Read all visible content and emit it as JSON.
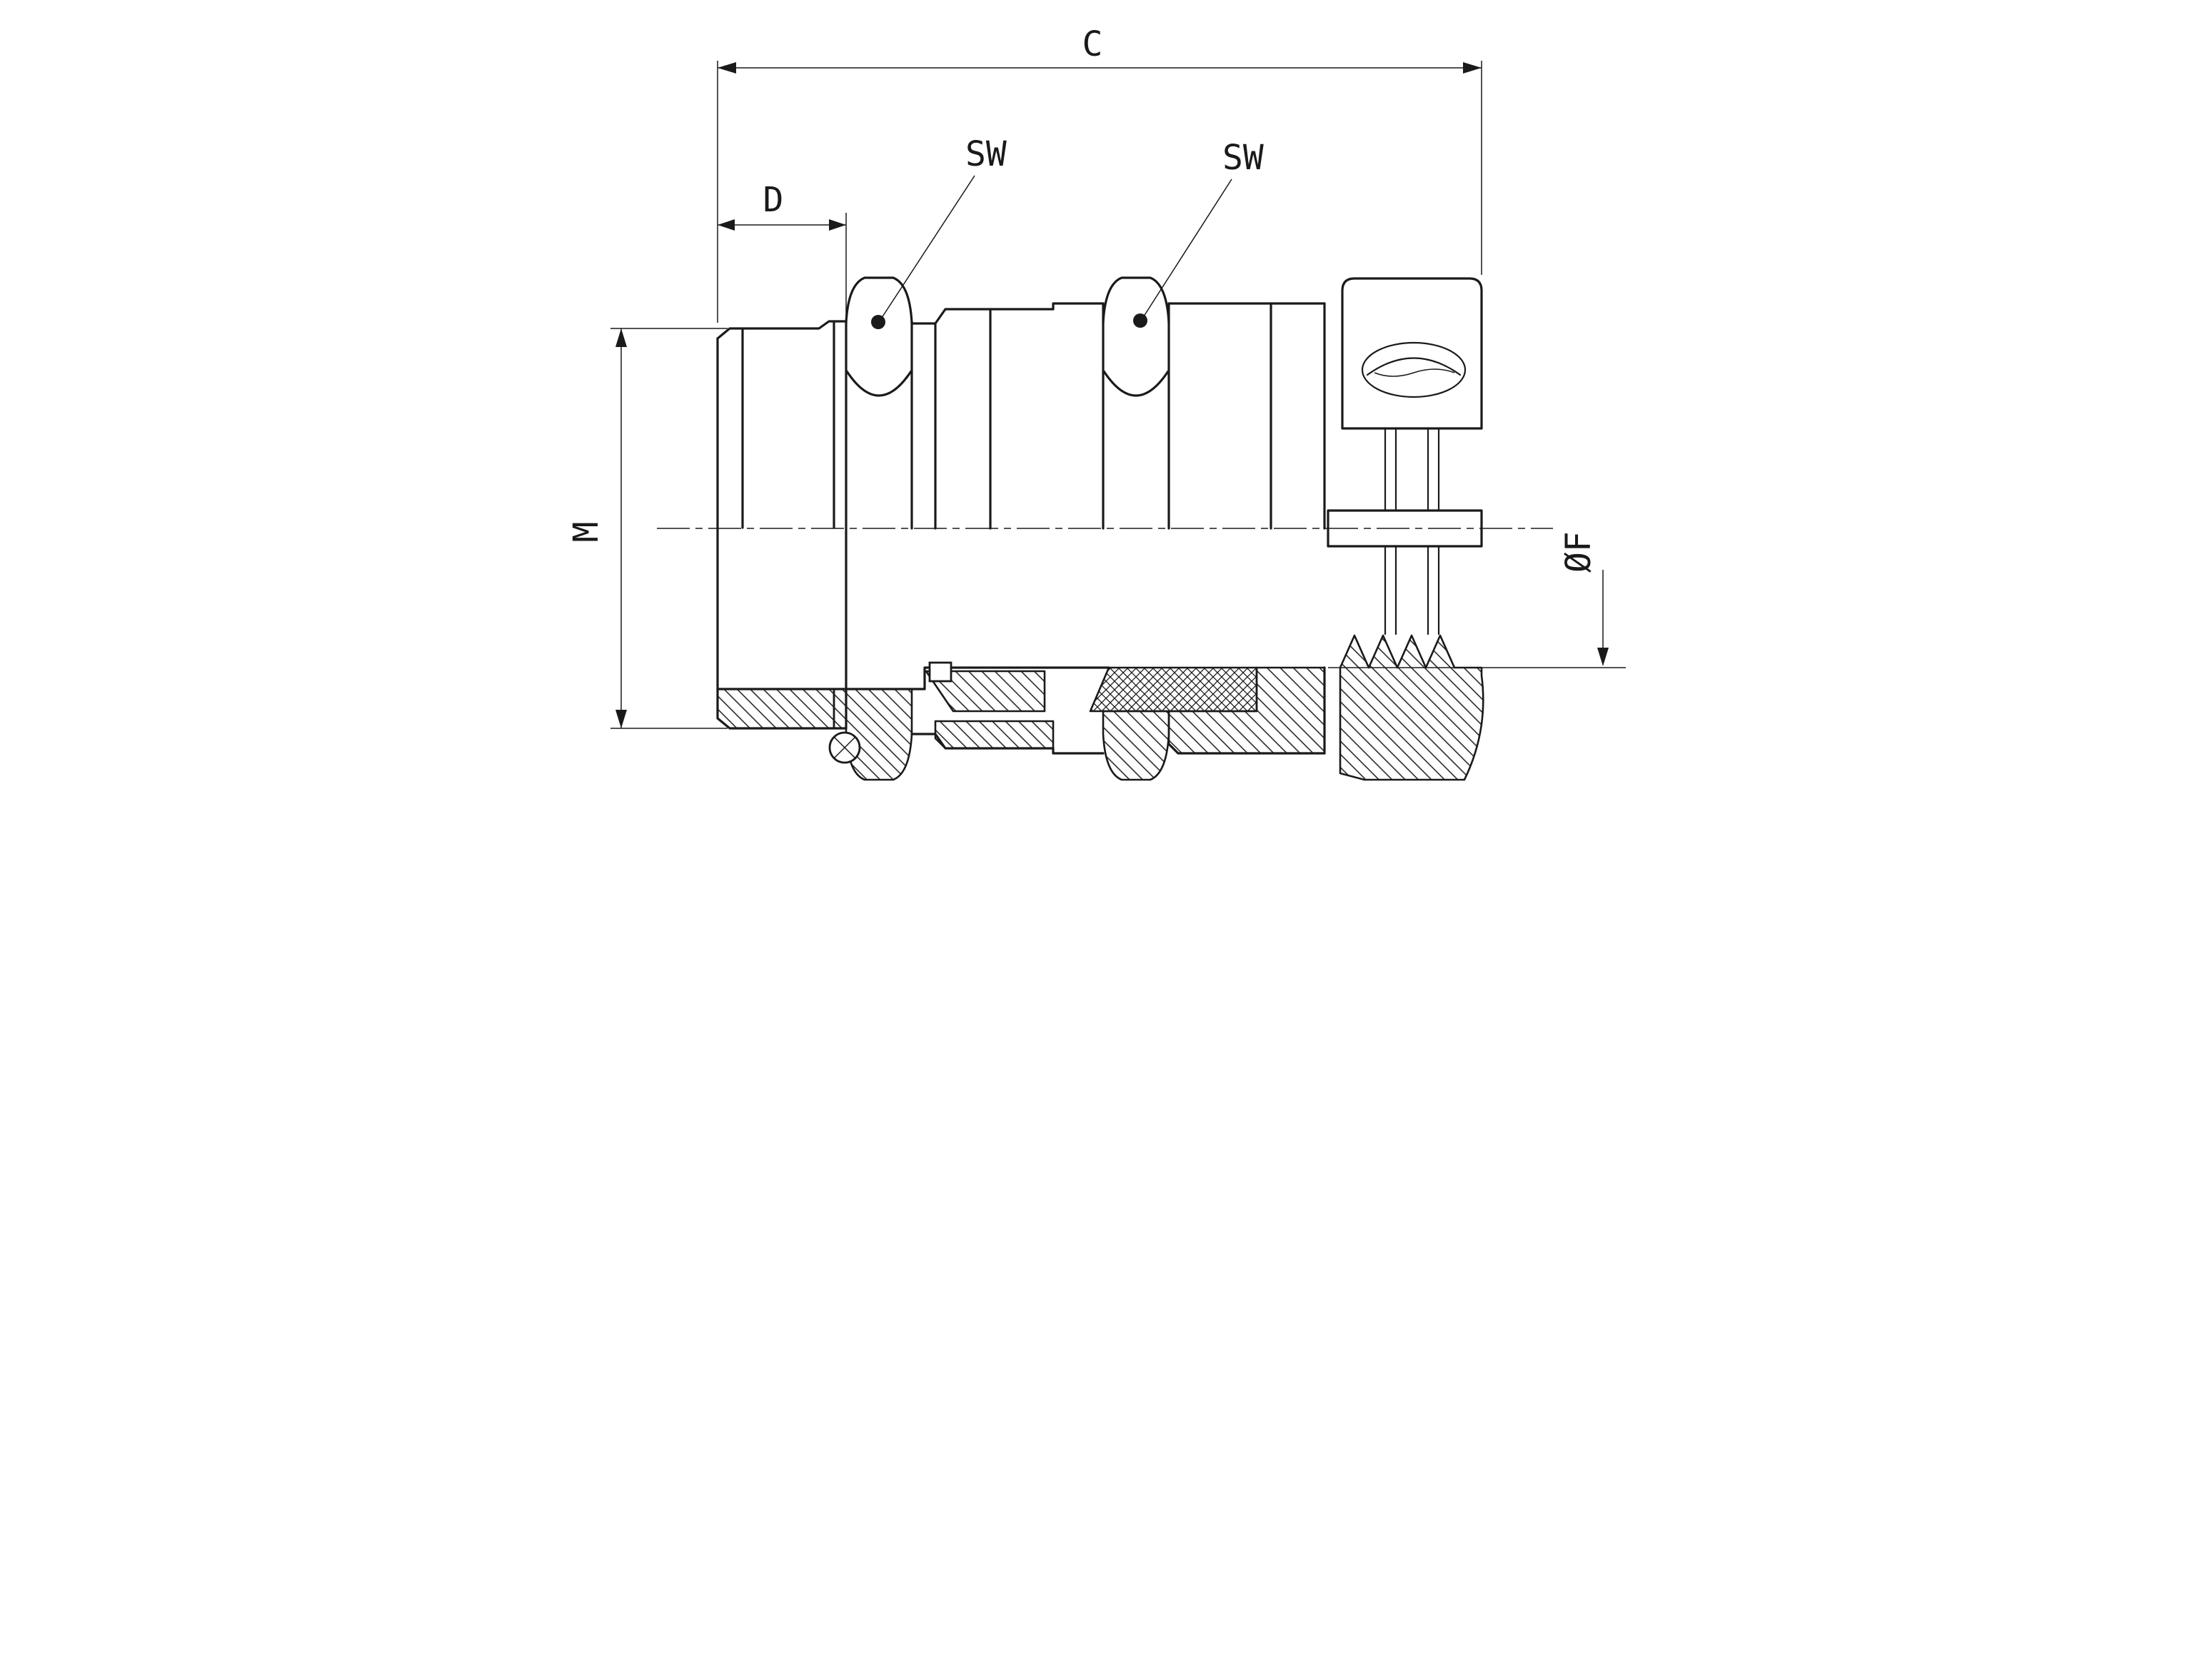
{
  "drawing": {
    "type": "technical-section-drawing",
    "subject": "cable-gland-cross-section",
    "labels": {
      "dim_c": "C",
      "dim_d": "D",
      "sw_left": "SW",
      "sw_right": "SW",
      "dim_m": "M",
      "dim_f": "ØF"
    },
    "colors": {
      "line": "#1a1a1a",
      "background": "#ffffff"
    }
  }
}
